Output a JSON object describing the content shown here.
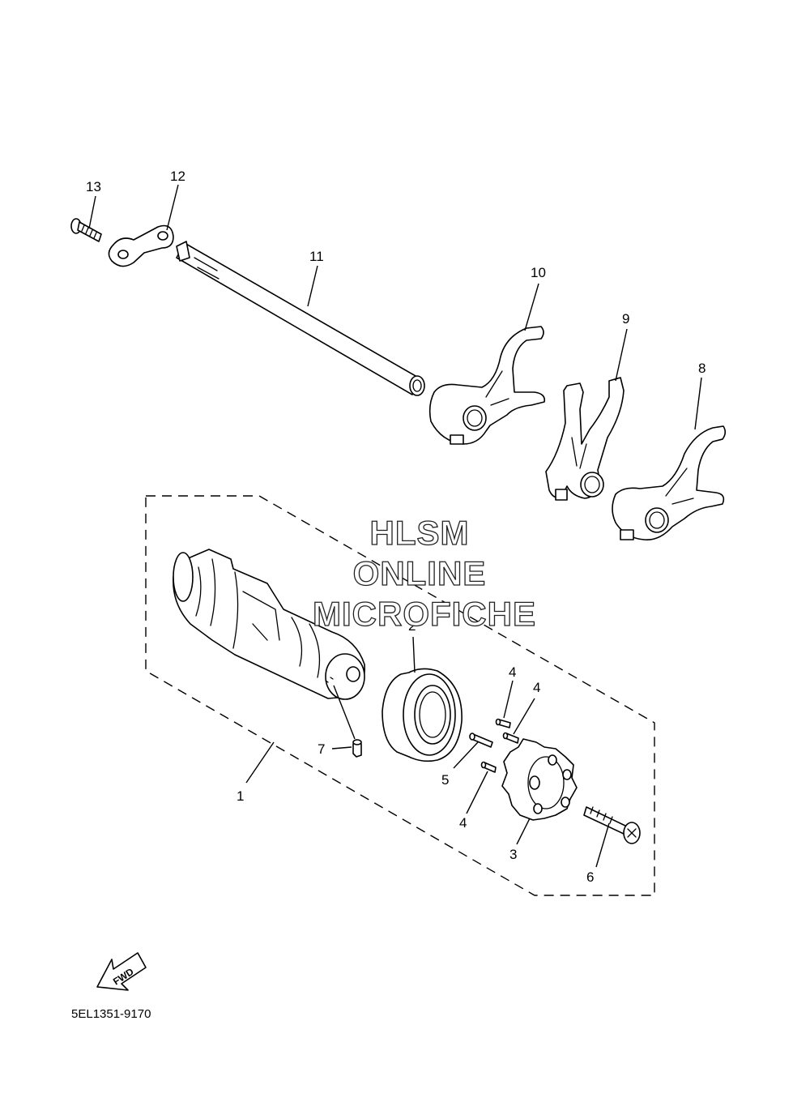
{
  "diagram": {
    "part_code": "5EL1351-9170",
    "direction_label": "FWD",
    "watermark": [
      "HLSM",
      "ONLINE",
      "MICROFICHE"
    ],
    "callouts": {
      "c1": "1",
      "c2": "2",
      "c3": "3",
      "c4a": "4",
      "c4b": "4",
      "c4c": "4",
      "c5": "5",
      "c6": "6",
      "c7": "7",
      "c8": "8",
      "c9": "9",
      "c10": "10",
      "c11": "11",
      "c12": "12",
      "c13": "13"
    }
  }
}
